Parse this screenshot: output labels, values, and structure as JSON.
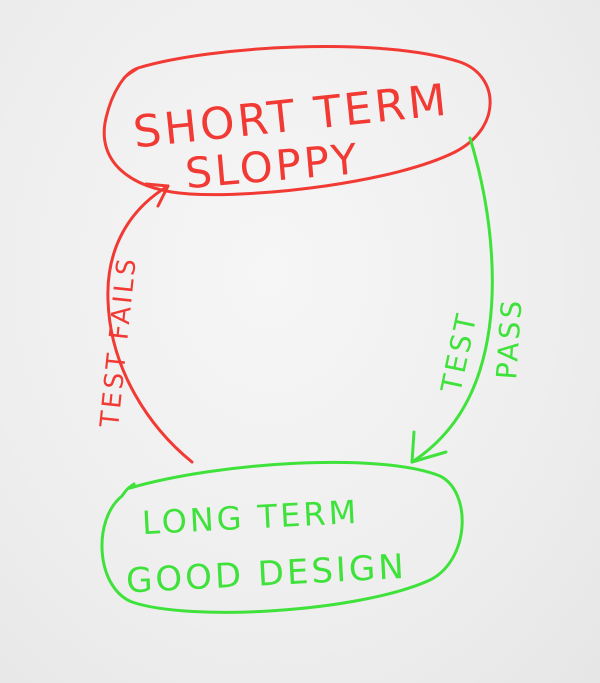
{
  "nodes": {
    "short_term": {
      "line1": "SHORT TERM",
      "line2": "SLOPPY",
      "color": "#f23a34"
    },
    "long_term": {
      "line1": "LONG TERM",
      "line2": "GOOD DESIGN",
      "color": "#3fe23a"
    }
  },
  "edges": {
    "test_fails": {
      "label": "TEST FAILS",
      "from": "long_term",
      "to": "short_term",
      "color": "#f23a34"
    },
    "test_pass": {
      "label_line1": "TEST",
      "label_line2": "PASS",
      "from": "short_term",
      "to": "long_term",
      "color": "#3fe23a"
    }
  }
}
